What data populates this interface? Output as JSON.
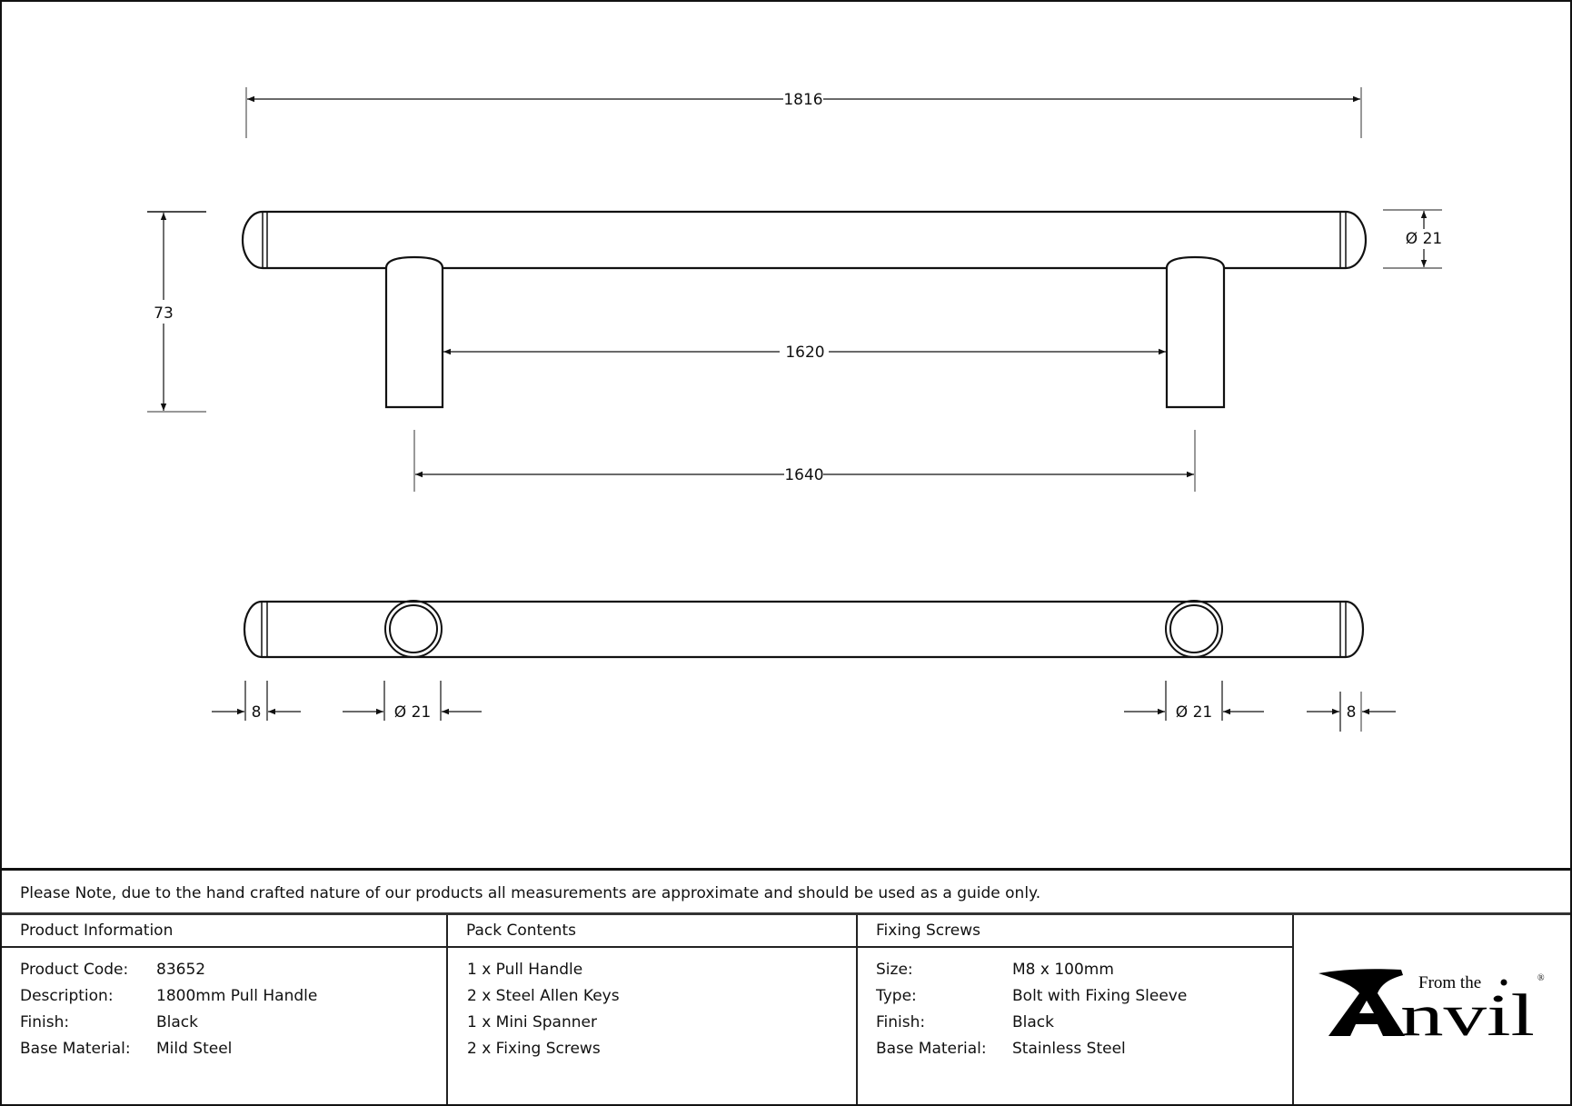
{
  "drawing": {
    "side_view": {
      "overall_length": "1816",
      "height": "73",
      "bar_diameter": "Ø 21",
      "inner_post_spacing": "1620",
      "post_centres": "1640"
    },
    "top_view": {
      "left_cap": "8",
      "left_post_diameter": "Ø 21",
      "right_post_diameter": "Ø 21",
      "right_cap": "8"
    }
  },
  "note": "Please Note, due to the hand crafted nature of our products all measurements are approximate and should be used as a guide only.",
  "product_information": {
    "heading": "Product Information",
    "rows": [
      {
        "label": "Product Code:",
        "value": "83652"
      },
      {
        "label": "Description:",
        "value": "1800mm Pull Handle"
      },
      {
        "label": "Finish:",
        "value": "Black"
      },
      {
        "label": "Base Material:",
        "value": "Mild Steel"
      }
    ]
  },
  "pack_contents": {
    "heading": "Pack Contents",
    "items": [
      "1 x Pull Handle",
      "2 x Steel Allen Keys",
      "1 x Mini Spanner",
      "2 x Fixing Screws"
    ]
  },
  "fixing_screws": {
    "heading": "Fixing Screws",
    "rows": [
      {
        "label": "Size:",
        "value": "M8 x 100mm"
      },
      {
        "label": "Type:",
        "value": "Bolt with Fixing Sleeve"
      },
      {
        "label": "Finish:",
        "value": "Black"
      },
      {
        "label": "Base Material:",
        "value": "Stainless Steel"
      }
    ]
  },
  "logo": {
    "small_text": "From the",
    "large_initial": "A",
    "large_text": "nvil",
    "registered": "®"
  }
}
